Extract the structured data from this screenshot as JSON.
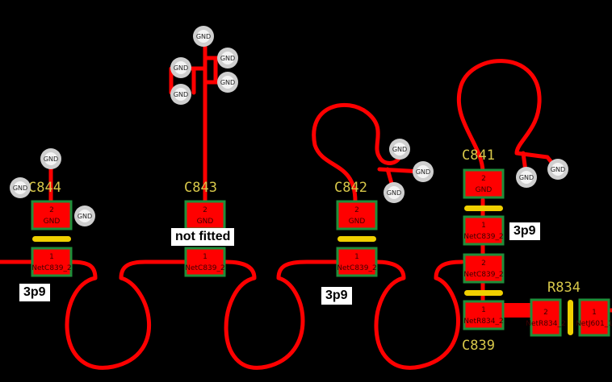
{
  "board": {
    "background_color": "#000000",
    "trace_color": "#ff0000",
    "pad_border_color": "#1f8f3a",
    "silk_color": "#f0d000",
    "refdes_color": "#d8c84a",
    "via_ring_color": "#cfcfcf"
  },
  "components": {
    "c844": {
      "refdes": "C844",
      "pad_top": {
        "num": "2",
        "net": "GND"
      },
      "pad_bottom": {
        "num": "1",
        "net": "NetC839_2"
      }
    },
    "c843": {
      "refdes": "C843",
      "pad_top": {
        "num": "2",
        "net": "GND"
      },
      "pad_bottom": {
        "num": "1",
        "net": "NetC839_2"
      }
    },
    "c842": {
      "refdes": "C842",
      "pad_top": {
        "num": "2",
        "net": "GND"
      },
      "pad_bottom": {
        "num": "1",
        "net": "NetC839_2"
      }
    },
    "c841": {
      "refdes": "C841",
      "pad_top": {
        "num": "2",
        "net": "GND"
      },
      "pad_bottom": {
        "num": "1",
        "net": "NetC839_2"
      }
    },
    "c839": {
      "refdes": "C839",
      "pad_top": {
        "num": "2",
        "net": "NetC839_2"
      },
      "pad_bottom": {
        "num": "1",
        "net": "NetR834_2"
      }
    },
    "r834": {
      "refdes": "R834",
      "pad_left": {
        "num": "2",
        "net": "NetR834_2"
      },
      "pad_right": {
        "num": "1",
        "net": "NetJ601_1"
      }
    }
  },
  "via_label": "GND",
  "notes": {
    "c844_value": "3p9",
    "c843_value": "not fitted",
    "c842_value": "3p9",
    "c841_value": "3p9"
  }
}
